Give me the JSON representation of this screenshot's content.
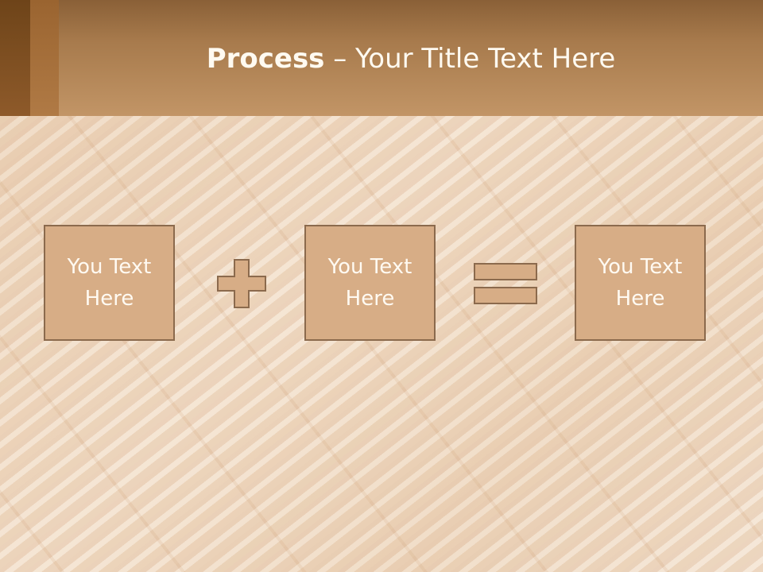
{
  "slide": {
    "title_bold": "Process",
    "title_rest": " – Your Title Text Here"
  },
  "process": {
    "boxes": [
      {
        "text": "You Text Here"
      },
      {
        "text": "You Text Here"
      },
      {
        "text": "You Text Here"
      }
    ],
    "operators": [
      "plus-icon",
      "equals-icon"
    ]
  },
  "colors": {
    "header": "#b8895a",
    "box_fill": "#d7ad86",
    "box_border": "#8b6a4d",
    "text": "#fffaf2"
  }
}
